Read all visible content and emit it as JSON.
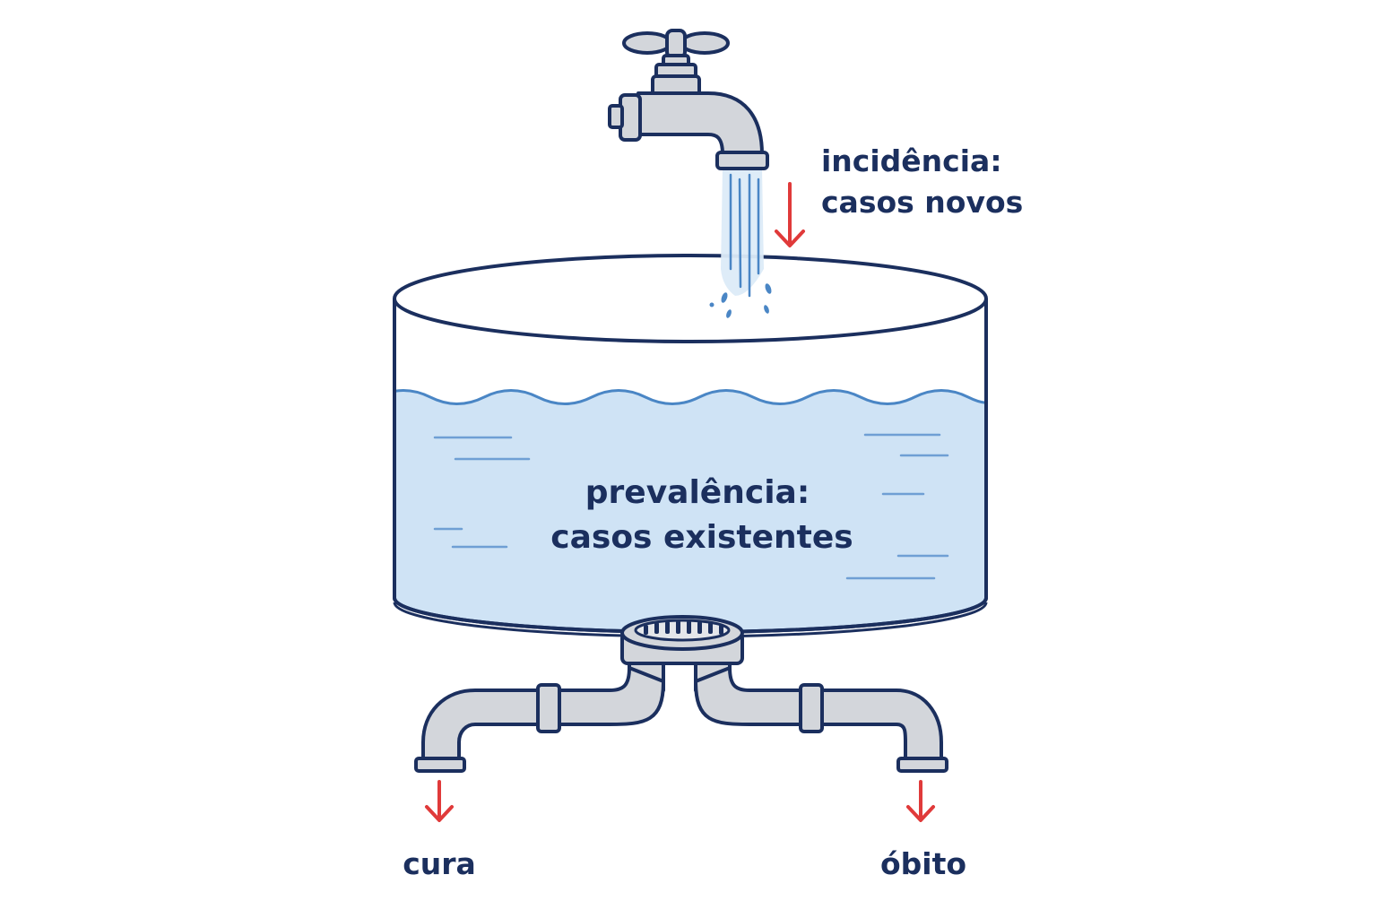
{
  "labels": {
    "incidence_line1": "incidência:",
    "incidence_line2": "casos novos",
    "prevalence_line1": "prevalência:",
    "prevalence_line2": "casos existentes",
    "outflow_cure": "cura",
    "outflow_death": "óbito"
  },
  "colors": {
    "outline": "#1b2f5e",
    "water_fill": "#cfe3f5",
    "water_line": "#4a86c5",
    "metal": "#d3d6db",
    "arrow": "#e03a3a",
    "text": "#1b2f5e"
  },
  "icons": {
    "inflow": "faucet-icon",
    "container": "tank-icon",
    "outflow": "drain-pipe-icon"
  }
}
